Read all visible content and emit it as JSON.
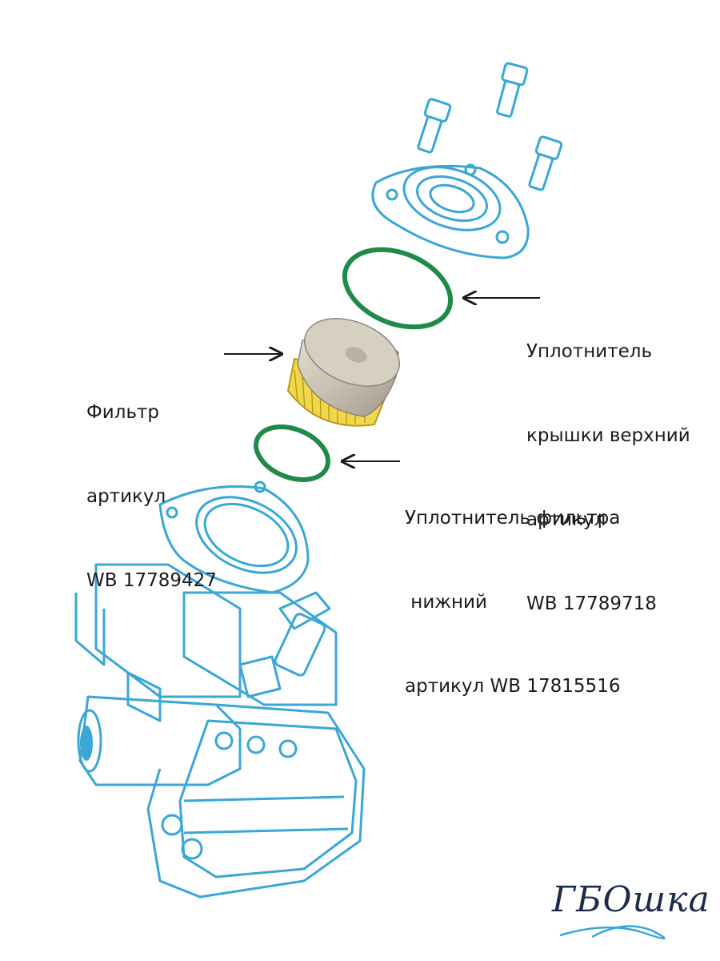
{
  "labels": {
    "upper_seal": [
      "Уплотнитель",
      "крышки верхний",
      "артикул",
      "WB 17789718"
    ],
    "filter": [
      "Фильтр",
      "артикул",
      "WB 17789427"
    ],
    "lower_seal": [
      "Уплотнитель фильтра",
      " нижний",
      "артикул WB 17815516"
    ]
  },
  "logo": {
    "text": "ГБОшка"
  },
  "colors": {
    "outline": "#3aa7d6",
    "seal": "#1f8a4a",
    "filter_cap": "#c9c3b6",
    "filter_mesh": "#f0d84a",
    "arrow": "#1a1a1a",
    "logo": "#1d2b4a"
  }
}
